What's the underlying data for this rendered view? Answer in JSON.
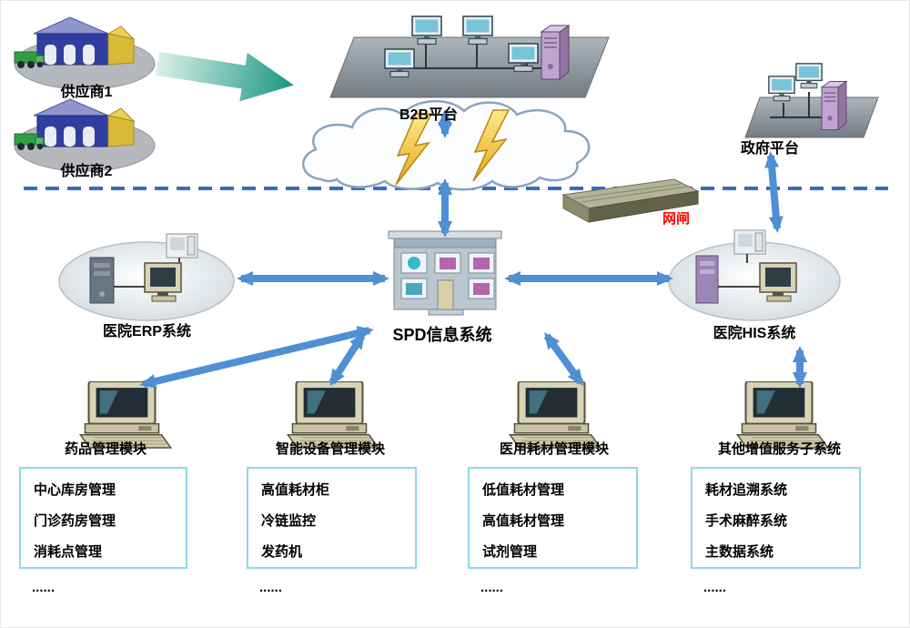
{
  "diagram": {
    "suppliers": [
      {
        "label": "供应商1"
      },
      {
        "label": "供应商2"
      }
    ],
    "b2b": {
      "label": "B2B平台"
    },
    "gov": {
      "label": "政府平台"
    },
    "gateway": {
      "label": "网闸"
    },
    "spd": {
      "label": "SPD信息系统"
    },
    "erp": {
      "label": "医院ERP系统"
    },
    "his": {
      "label": "医院HIS系统"
    },
    "modules": [
      {
        "label": "药品管理模块",
        "items": [
          "中心库房管理",
          "门诊药房管理",
          "消耗点管理"
        ],
        "more": "......"
      },
      {
        "label": "智能设备管理模块",
        "items": [
          "高值耗材柜",
          "冷链监控",
          "发药机"
        ],
        "more": "......"
      },
      {
        "label": "医用耗材管理模块",
        "items": [
          "低值耗材管理",
          "高值耗材管理",
          "试剂管理"
        ],
        "more": "......"
      },
      {
        "label": "其他增值服务子系统",
        "items": [
          "耗材追溯系统",
          "手术麻醉系统",
          "主数据系统"
        ],
        "more": "......"
      }
    ],
    "colors": {
      "arrow": "#4f8fd4",
      "dashed_line": "#2f6fc4",
      "box_border": "#8fd8e8",
      "gateway_label": "#ff0000",
      "bolt": "#f2c12e",
      "green_arrow_start": "#d9f0e9",
      "green_arrow_end": "#0f8f7a"
    }
  }
}
